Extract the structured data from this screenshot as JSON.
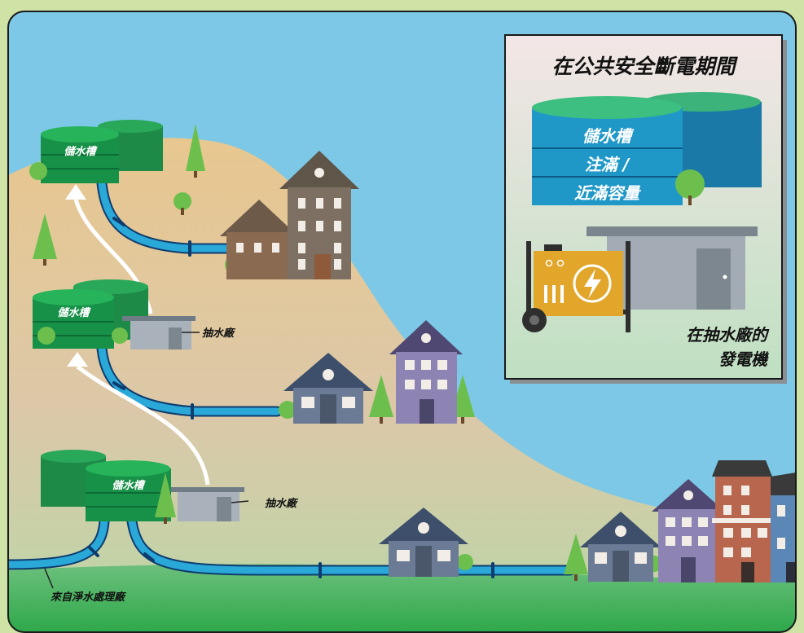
{
  "tanks": {
    "top": "儲水槽",
    "middle": "儲水槽",
    "bottom": "儲水槽"
  },
  "pump_stations": {
    "middle": "抽水廠",
    "bottom": "抽水廠"
  },
  "source_label": "來自淨水處理廠",
  "inset": {
    "title": "在公共安全斷電期間",
    "tank_line1": "儲水槽",
    "tank_line2": "注滿 /",
    "tank_line3": "近滿容量",
    "generator_line1": "在抽水廠的",
    "generator_line2": "發電機"
  },
  "colors": {
    "sky": "#7cc8e6",
    "hill": "#e4c99a",
    "grass": "#3aab4f",
    "pipe": "#2aa8d8",
    "tank": "#1a8a4a",
    "generator": "#e2a62a"
  }
}
